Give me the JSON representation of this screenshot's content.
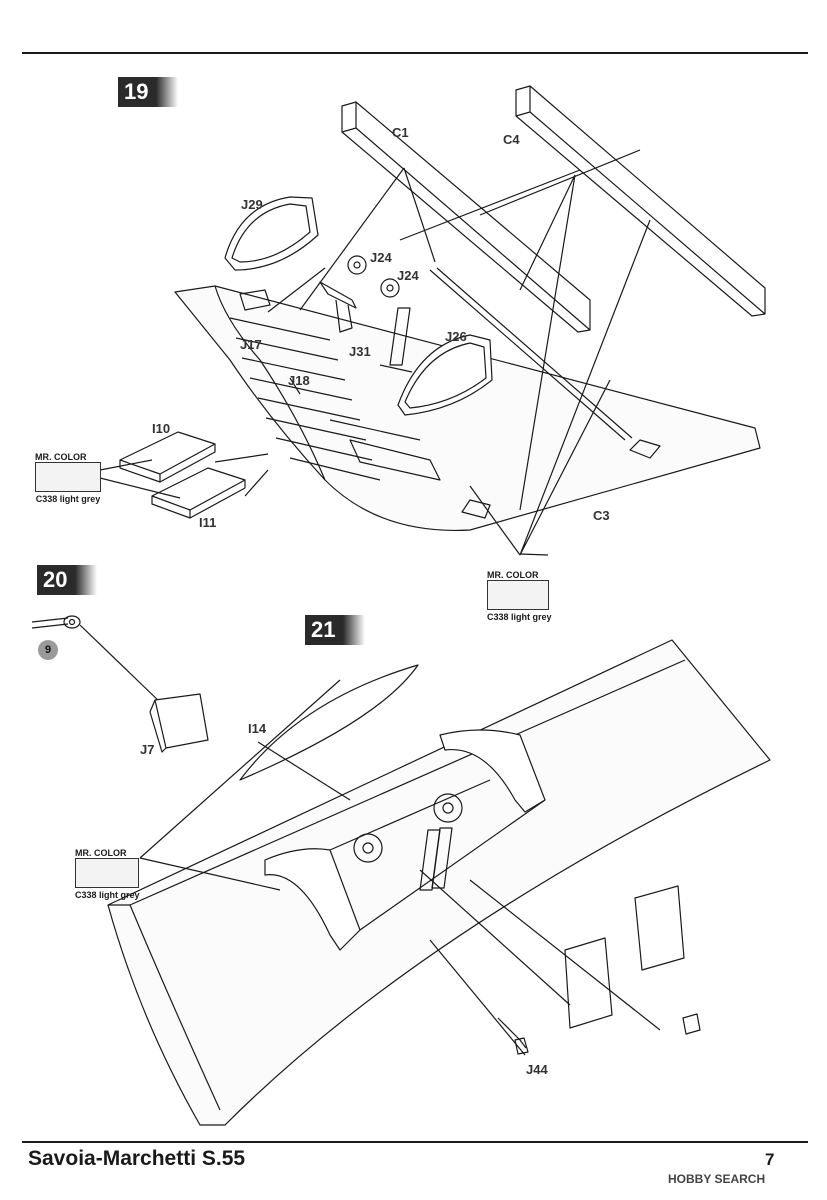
{
  "steps": [
    {
      "number": "19"
    },
    {
      "number": "20"
    },
    {
      "number": "21"
    }
  ],
  "parts": {
    "c1": "C1",
    "c4": "C4",
    "j29": "J29",
    "j24a": "J24",
    "j24b": "J24",
    "j31": "J31",
    "j26": "J26",
    "j17": "J17",
    "j18": "J18",
    "i10": "I10",
    "i11": "I11",
    "c3": "C3",
    "j7": "J7",
    "i14": "I14",
    "j44": "J44"
  },
  "badge": "9",
  "color_callout": {
    "brand": "MR. COLOR",
    "color": "C338 light grey",
    "swatch": "#f3f3f4"
  },
  "footer": {
    "title": "Savoia-Marchetti S.55",
    "page": "7"
  },
  "watermark": "HOBBY SEARCH"
}
